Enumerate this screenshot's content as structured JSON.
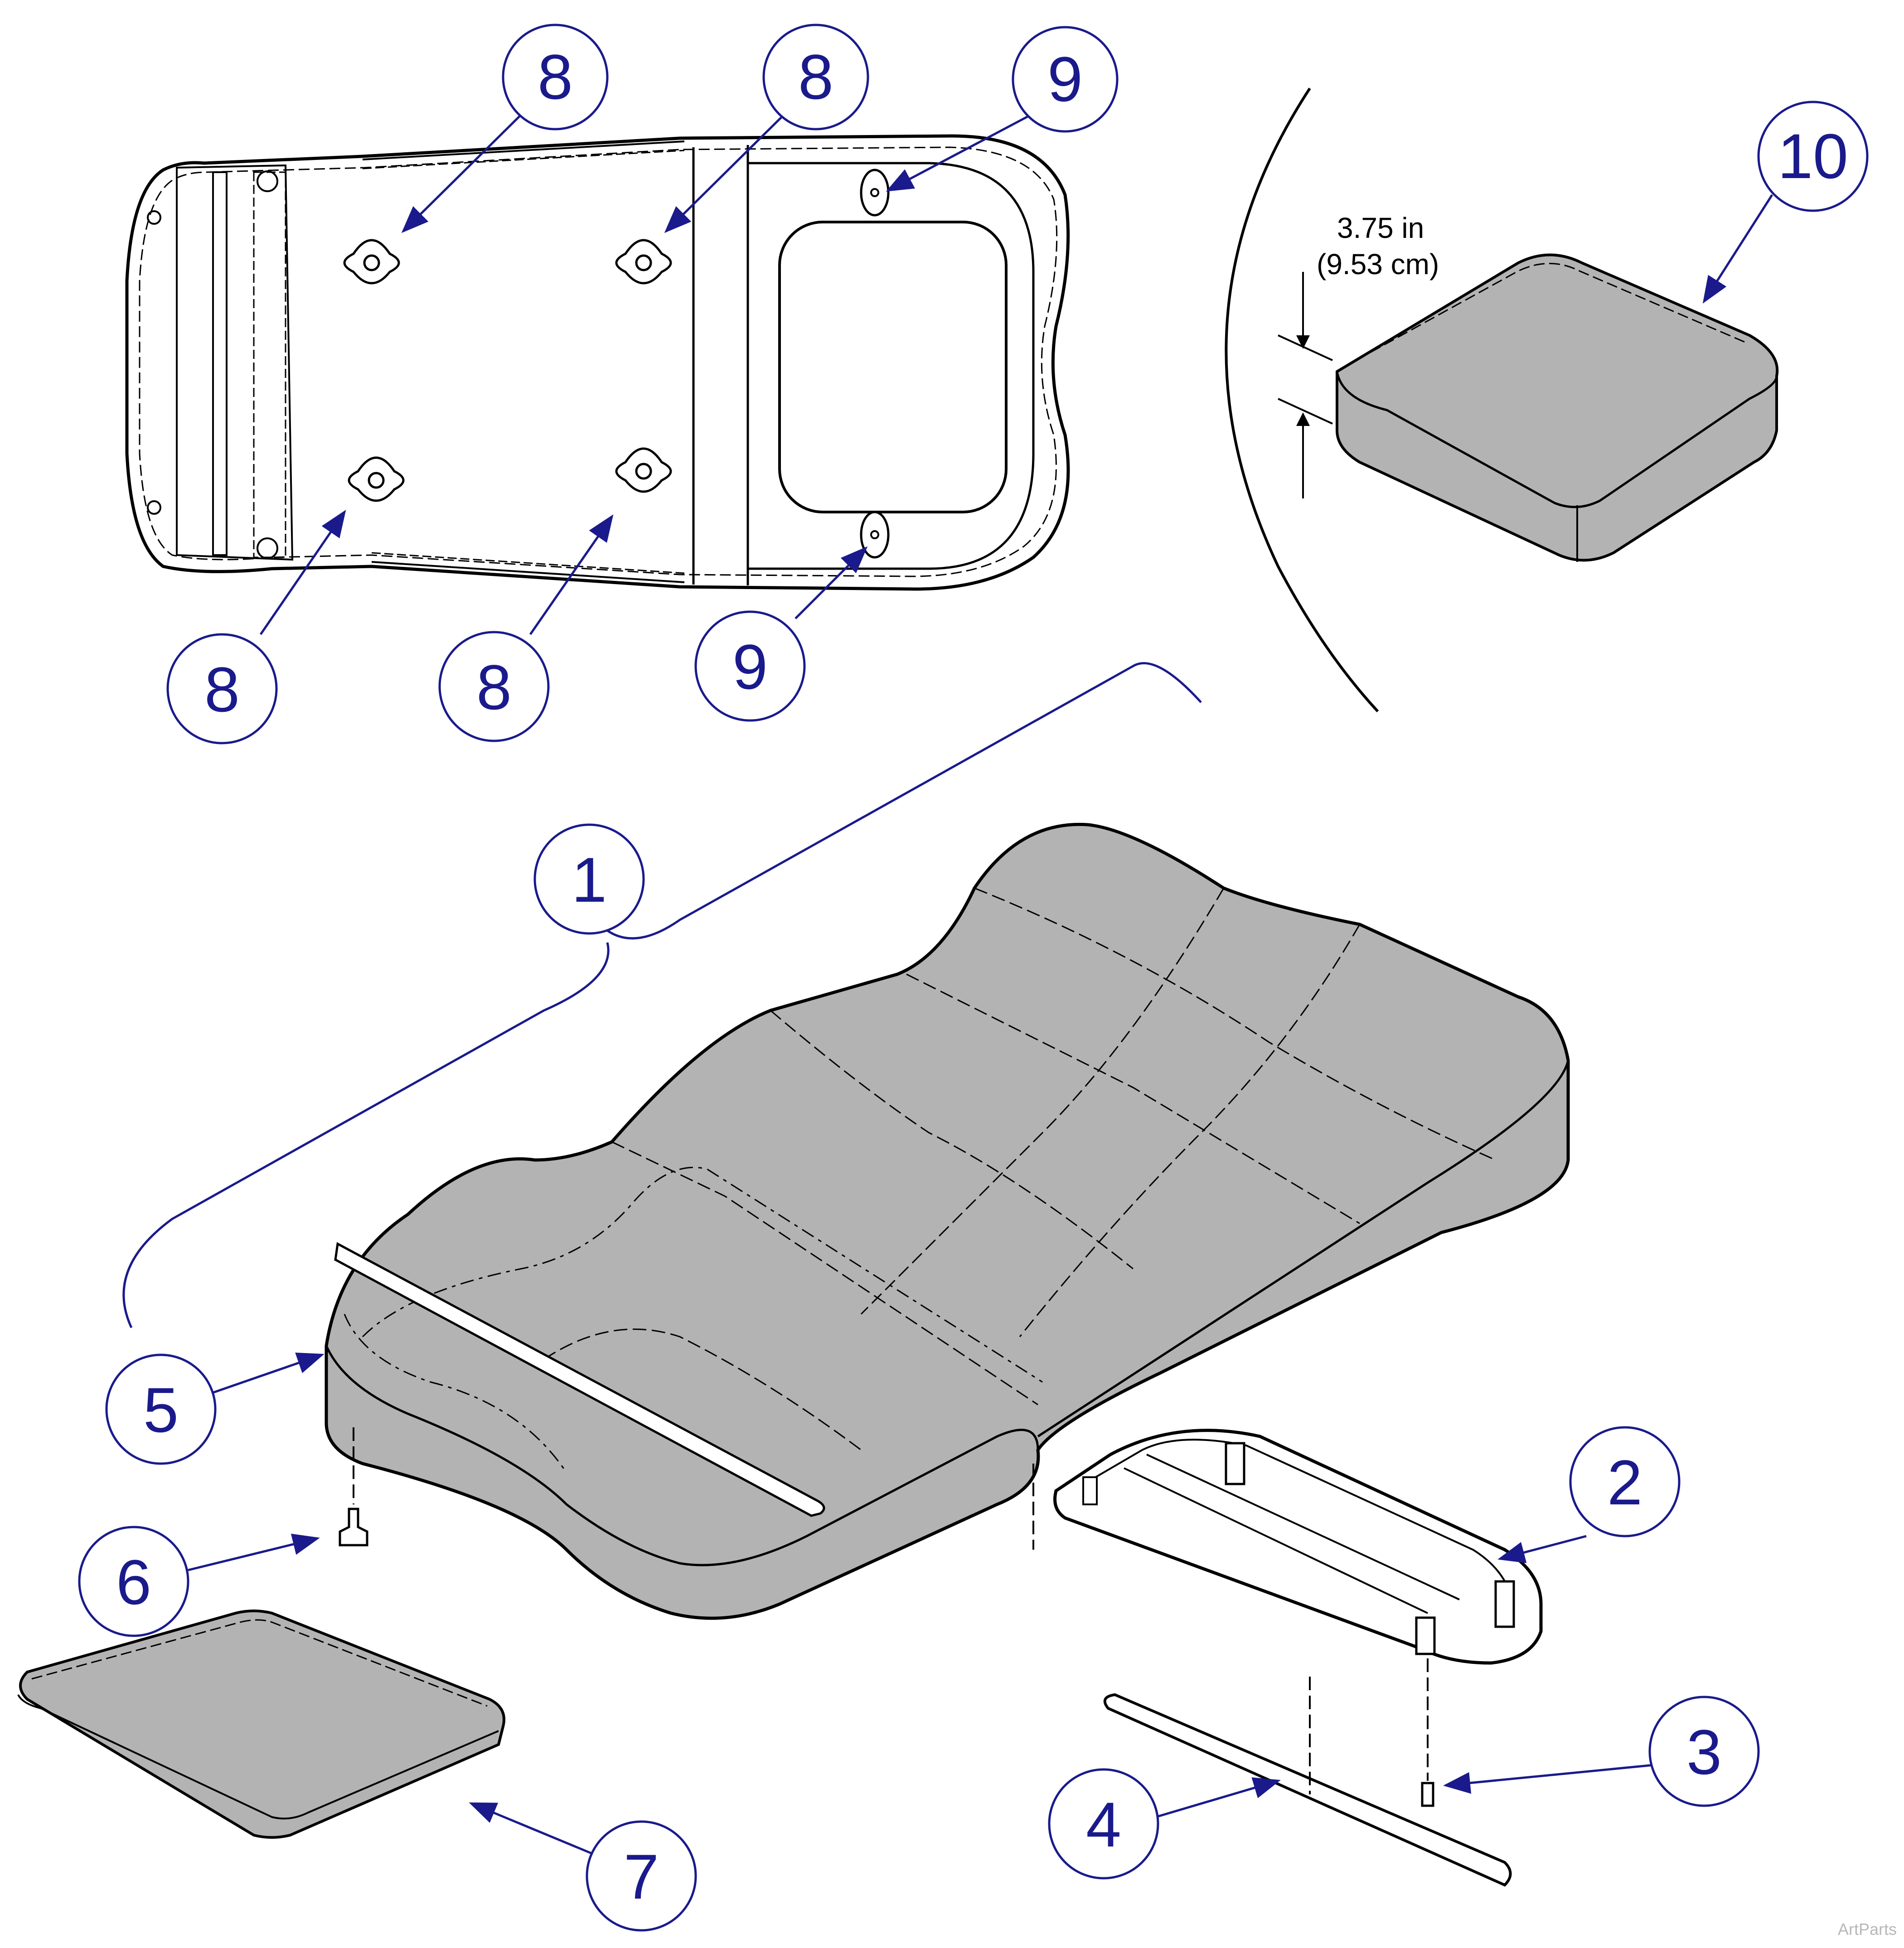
{
  "diagram": {
    "callouts": [
      {
        "id": "c1",
        "label": "1"
      },
      {
        "id": "c2",
        "label": "2"
      },
      {
        "id": "c3",
        "label": "3"
      },
      {
        "id": "c4",
        "label": "4"
      },
      {
        "id": "c5",
        "label": "5"
      },
      {
        "id": "c6",
        "label": "6"
      },
      {
        "id": "c7",
        "label": "7"
      },
      {
        "id": "c8a",
        "label": "8"
      },
      {
        "id": "c8b",
        "label": "8"
      },
      {
        "id": "c8c",
        "label": "8"
      },
      {
        "id": "c8d",
        "label": "8"
      },
      {
        "id": "c9a",
        "label": "9"
      },
      {
        "id": "c9b",
        "label": "9"
      },
      {
        "id": "c10",
        "label": "10"
      }
    ],
    "dimension": {
      "imperial": "3.75 in",
      "metric": "(9.53 cm)"
    },
    "watermark": "ArtParts",
    "colors": {
      "callout": "#1a1a8c",
      "cushion_fill": "#b3b3b3",
      "outline": "#000000",
      "leader": "#1a1a8c"
    }
  }
}
